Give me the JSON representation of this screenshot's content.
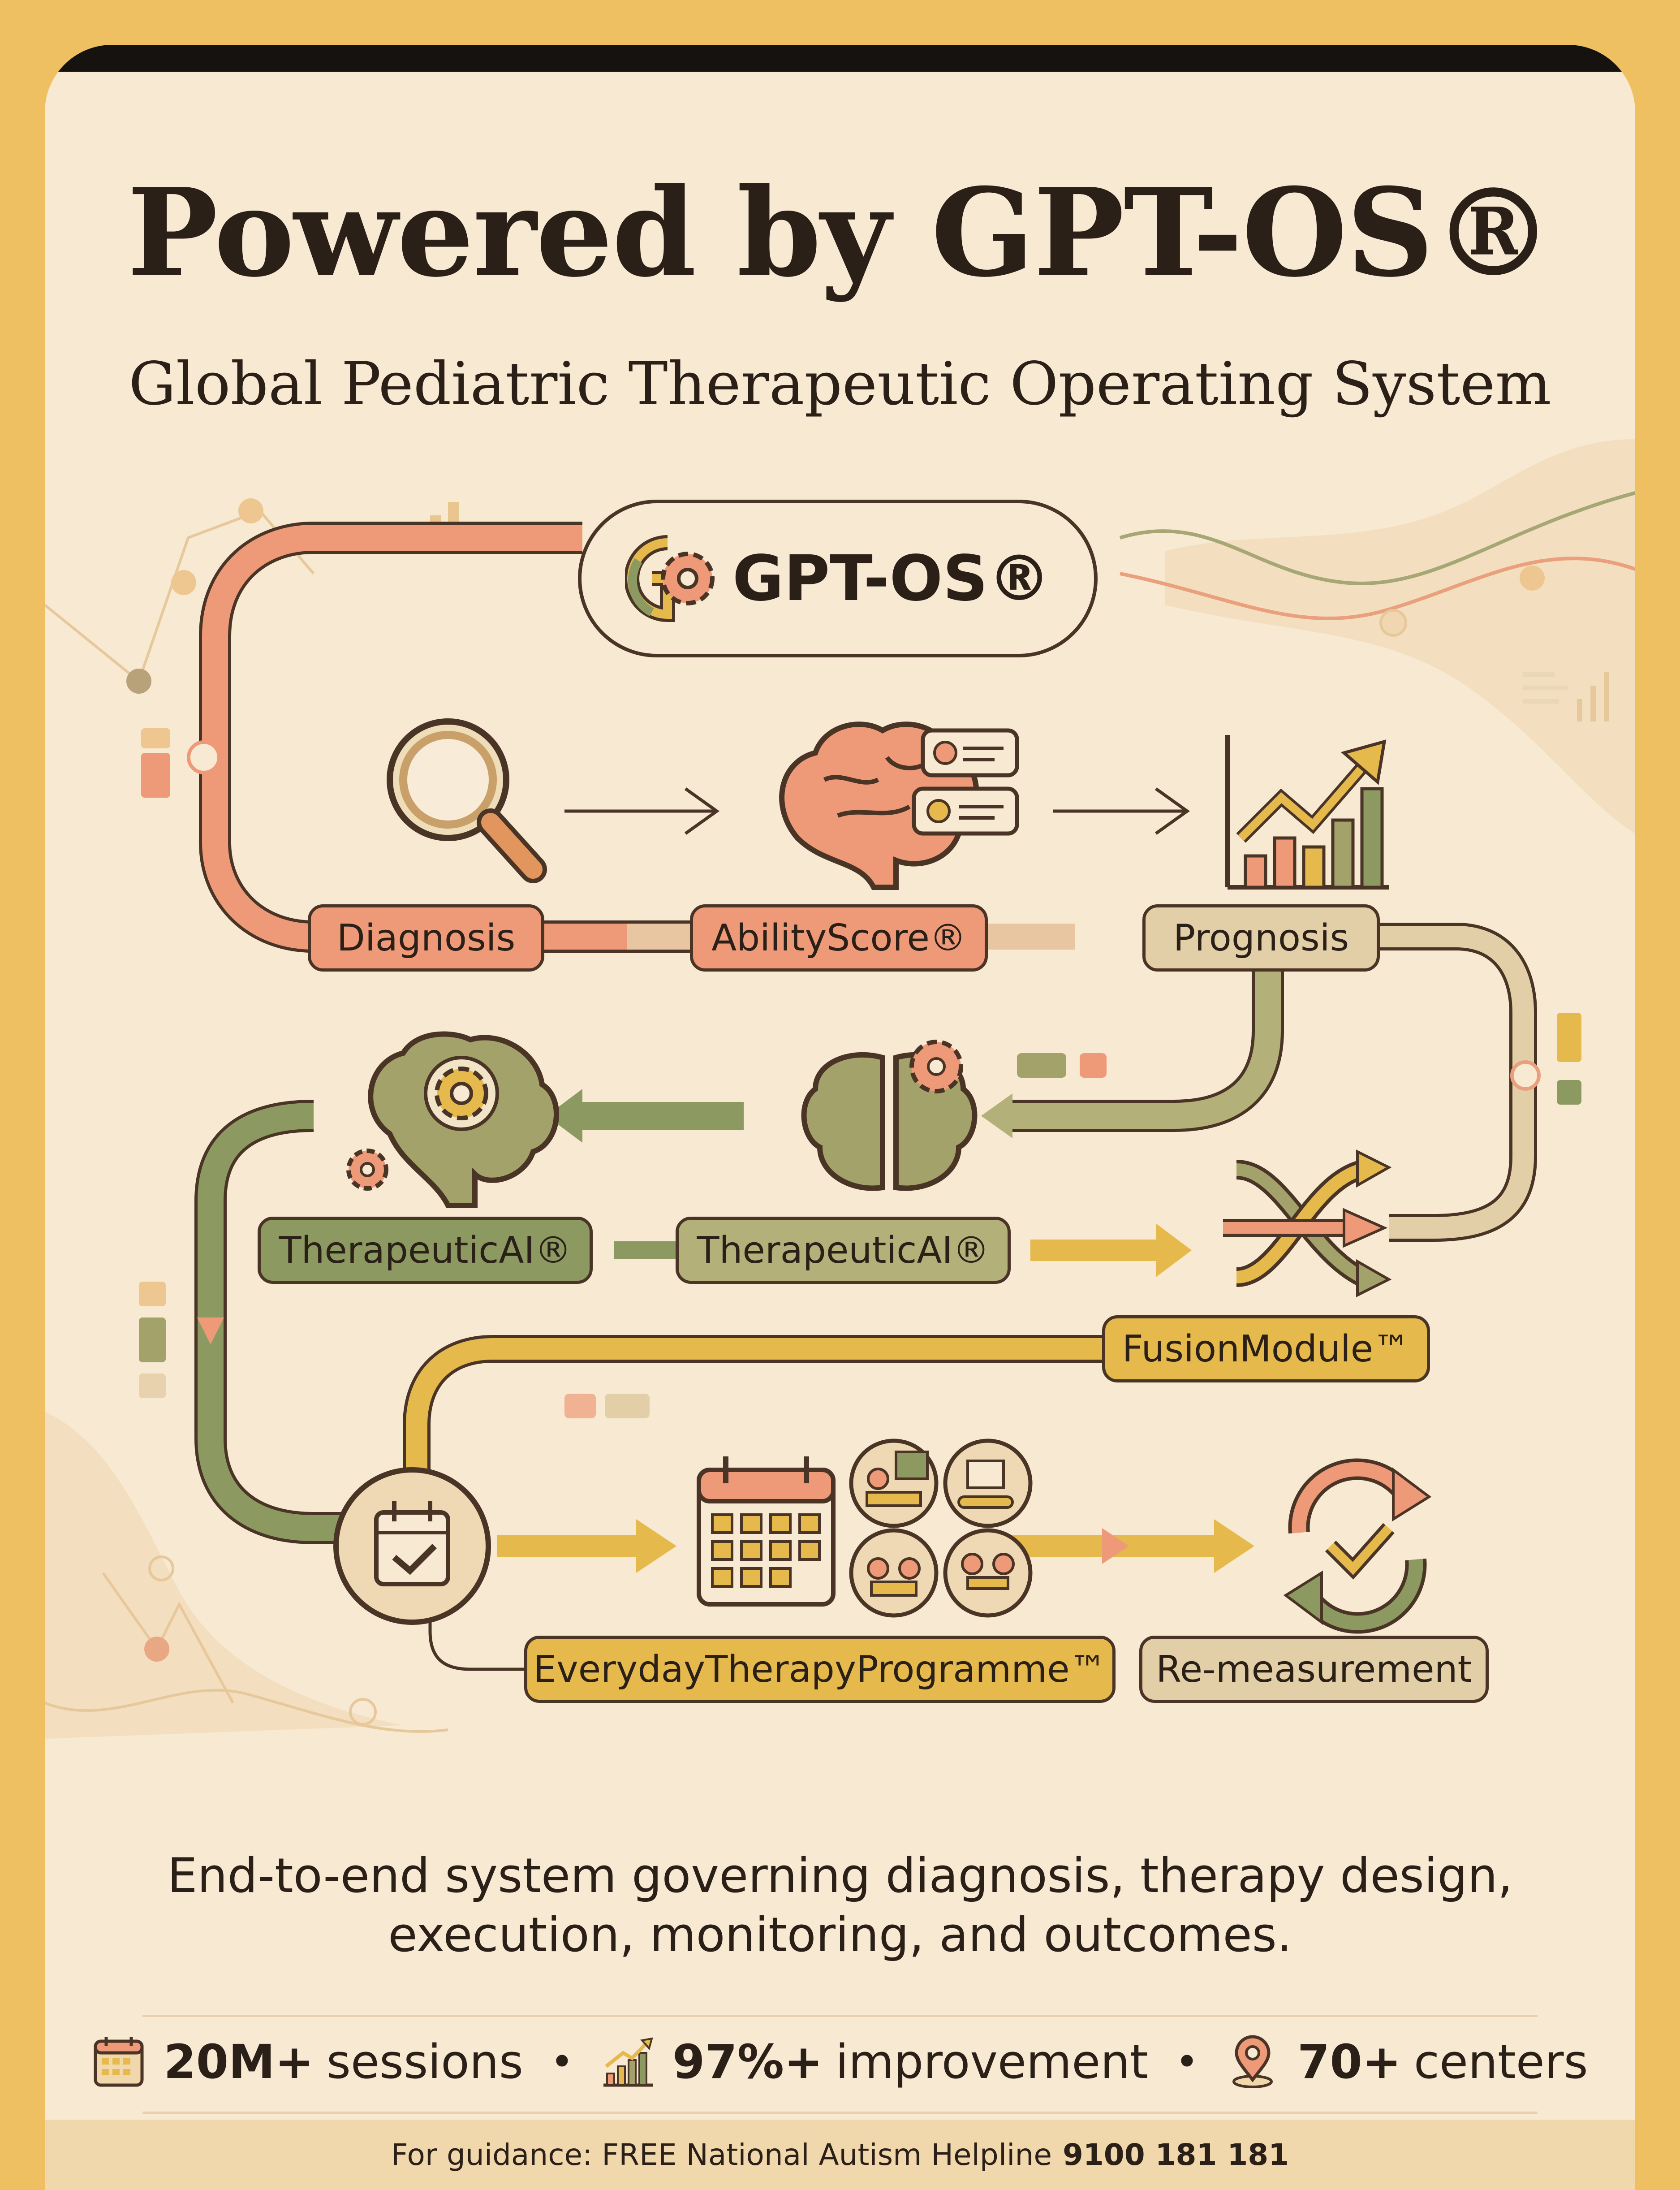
{
  "header": {
    "title": "Powered by GPT-OS®",
    "subtitle": "Global Pediatric Therapeutic Operating System"
  },
  "logo": {
    "text": "GPT-OS®"
  },
  "steps": {
    "diagnosis": "Diagnosis",
    "ability_score": "AbilityScore®",
    "prognosis": "Prognosis",
    "therapeutic_ai_1": "TherapeuticAI®",
    "therapeutic_ai_2": "TherapeuticAI®",
    "fusion_module": "FusionModule™",
    "everyday_therapy": "EverydayTherapyProgramme™",
    "remeasurement": "Re-measurement"
  },
  "tagline": {
    "line1": "End-to-end system governing diagnosis, therapy design,",
    "line2": "execution, monitoring, and outcomes."
  },
  "stats": {
    "sessions_value": "20M+",
    "sessions_label": "sessions",
    "improvement_value": "97%+",
    "improvement_label": "improvement",
    "centers_value": "70+",
    "centers_label": "centers",
    "separator": "•"
  },
  "footer": {
    "text": "For guidance: FREE National Autism Helpline",
    "phone": "9100 181 181"
  },
  "colors": {
    "background": "#EFC062",
    "card": "#F8E9D3",
    "coral": "#EE9070",
    "olive": "#8C9A62",
    "gold": "#E6B94C",
    "beige": "#E3CFA7",
    "ink": "#2B2018"
  }
}
